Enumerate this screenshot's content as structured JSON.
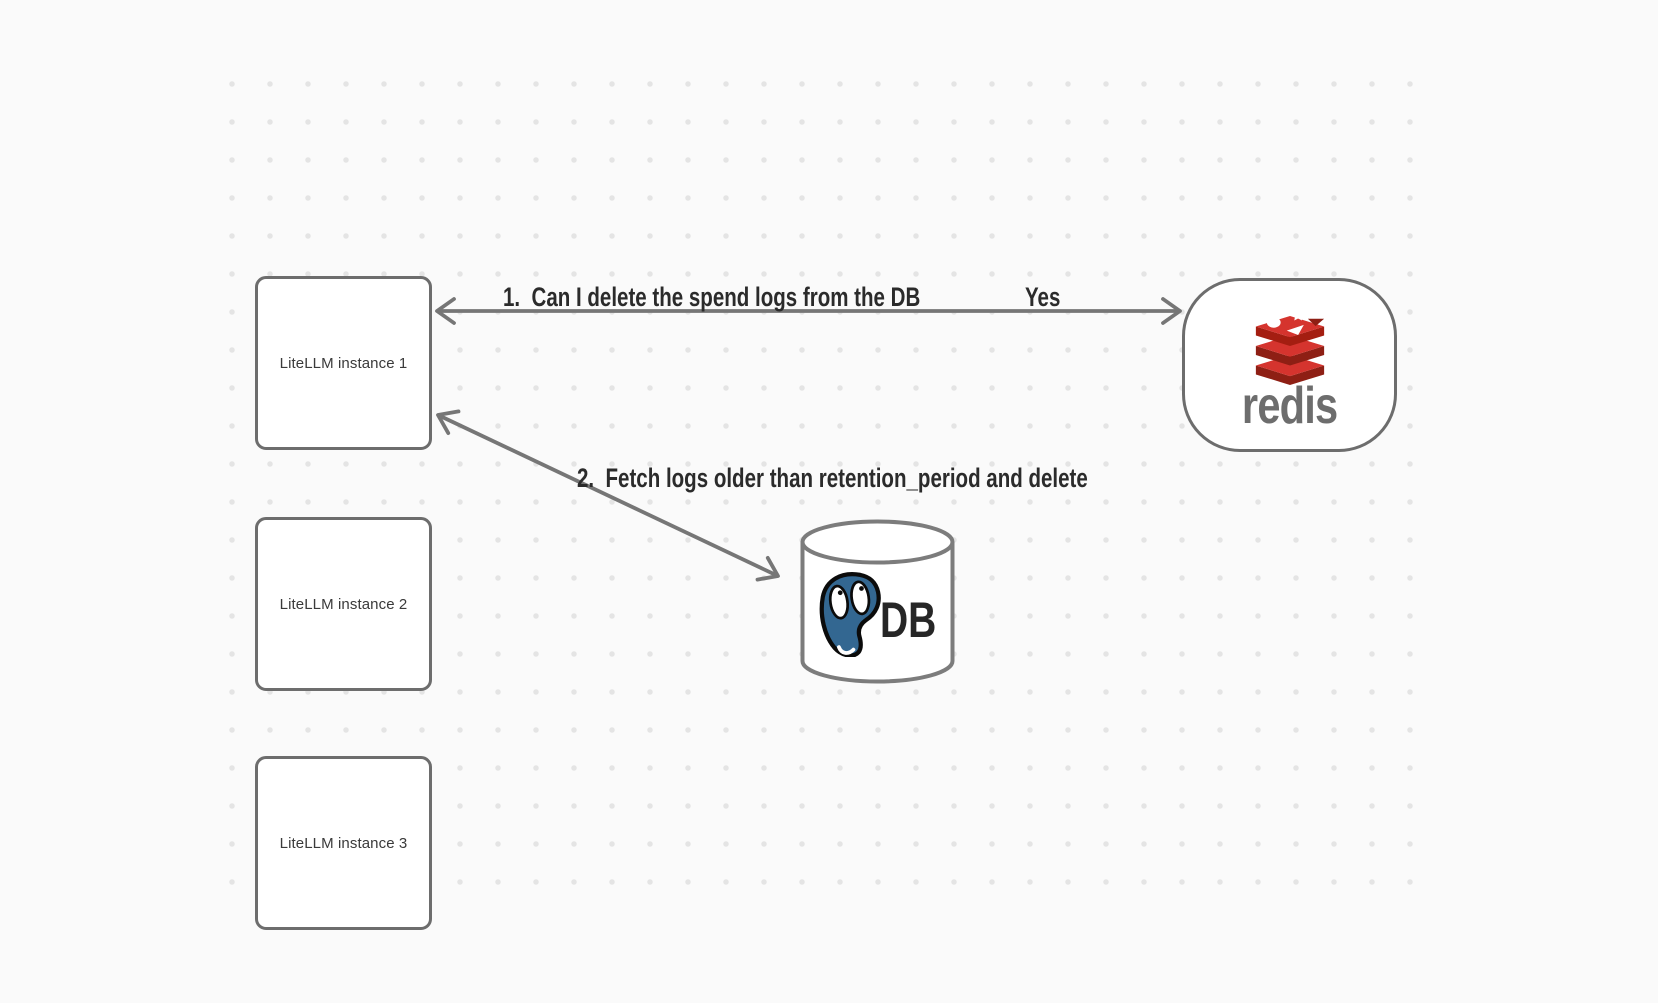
{
  "colors": {
    "background": "#fafafa",
    "grid_dot": "#e4e4e4",
    "stroke": "#767676",
    "node_border": "#6d6d6d",
    "label_text": "#2b2b2b",
    "node_text": "#3a3a3a",
    "redis_red": "#D5342E",
    "redis_dark_red": "#A41E11",
    "redis_notch_red": "#8E1F14",
    "redis_wordmark_gray": "#6d6d6d",
    "postgres_blue": "#336791",
    "db_text": "#262626"
  },
  "nodes": {
    "instance1": {
      "label": "LiteLLM instance 1"
    },
    "instance2": {
      "label": "LiteLLM instance 2"
    },
    "instance3": {
      "label": "LiteLLM instance 3"
    },
    "redis": {
      "wordmark": "redis",
      "icon": "redis-logo-icon"
    },
    "db": {
      "label": "DB",
      "icon": "postgresql-elephant-icon"
    }
  },
  "edges": {
    "edge1": {
      "label": "1.  Can I delete the spend logs from the DB",
      "answer": "Yes"
    },
    "edge2": {
      "label": "2.  Fetch logs older than retention_period and delete"
    }
  }
}
